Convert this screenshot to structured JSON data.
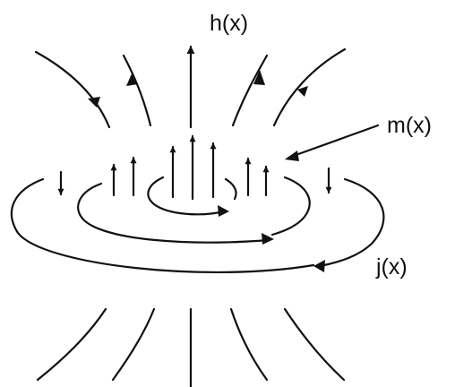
{
  "labels": {
    "h": "h(x)",
    "m": "m(x)",
    "j": "j(x)"
  }
}
